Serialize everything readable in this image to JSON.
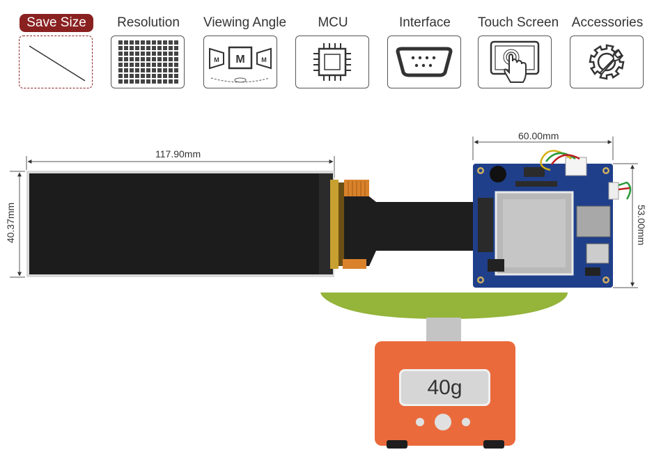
{
  "tabs": [
    {
      "id": "save-size",
      "label": "Save Size",
      "icon": "diagonal-line-icon",
      "active": true
    },
    {
      "id": "resolution",
      "label": "Resolution",
      "icon": "pixel-grid-icon",
      "active": false
    },
    {
      "id": "viewing-angle",
      "label": "Viewing Angle",
      "icon": "viewing-angle-icon",
      "active": false
    },
    {
      "id": "mcu",
      "label": "MCU",
      "icon": "chip-icon",
      "active": false
    },
    {
      "id": "interface",
      "label": "Interface",
      "icon": "serial-port-icon",
      "active": false
    },
    {
      "id": "touch-screen",
      "label": "Touch Screen",
      "icon": "touch-hand-icon",
      "active": false
    },
    {
      "id": "accessories",
      "label": "Accessories",
      "icon": "gear-wrench-icon",
      "active": false
    }
  ],
  "icon_letters": {
    "m": "M"
  },
  "dimensions": {
    "screen_width": "117.90mm",
    "screen_height": "40.37mm",
    "board_width": "60.00mm",
    "board_height": "53.00mm"
  },
  "scale": {
    "weight": "40g"
  },
  "colors": {
    "active_tab": "#8a2121",
    "scale_body": "#ea6a3c",
    "scale_plate": "#94b43a",
    "board_blue": "#1f3f8a",
    "screen_black": "#1c1c1c"
  }
}
